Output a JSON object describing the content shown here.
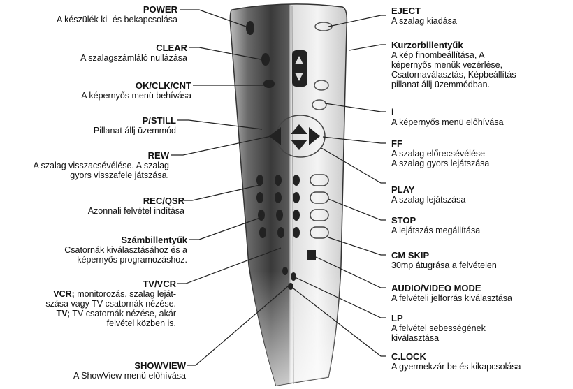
{
  "left_labels": [
    {
      "title": "POWER",
      "desc": "A készülék ki- és bekapcsolása"
    },
    {
      "title": "CLEAR",
      "desc": "A szalagszámláló nullázása"
    },
    {
      "title": "OK/CLK/CNT",
      "desc": "A képernyős menü behívása"
    },
    {
      "title": "P/STILL",
      "desc": "Pillanat állj üzemmód"
    },
    {
      "title": "REW",
      "desc": "A szalag visszacsévélése. A szalag\ngyors visszafele játszása."
    },
    {
      "title": "REC/QSR",
      "desc": "Azonnali felvétel indítása"
    },
    {
      "title": "Számbillentyűk",
      "desc": "Csatornák kiválasztásához és a\nképernyős programozáshoz."
    },
    {
      "title": "SHOWVIEW",
      "desc": "A ShowView menü előhívása"
    }
  ],
  "tvvcr": {
    "title": "TV/VCR",
    "vcr_term": "VCR;",
    "vcr_desc_1": " monitorozás, szalag leját-",
    "vcr_desc_2": "szása vagy TV csatornák nézése.",
    "tv_term": "TV;",
    "tv_desc_1": " TV csatornák nézése, akár",
    "tv_desc_2": "felvétel közben is."
  },
  "right_labels": [
    {
      "title": "EJECT",
      "desc": "A szalag kiadása"
    },
    {
      "title": "Kurzorbillentyűk",
      "desc": "A kép finombeállítása, A\nképernyős menük vezérlése,\nCsatornaválasztás, Képbeállítás\npillanat állj üzemmódban."
    },
    {
      "title": "i",
      "desc": "A képernyős menü előhívása"
    },
    {
      "title": "FF",
      "desc": "A szalag előrecsévélése\nA szalag gyors lejátszása"
    },
    {
      "title": "PLAY",
      "desc": "A szalag lejátszása"
    },
    {
      "title": "STOP",
      "desc": "A lejátszás megállítása"
    },
    {
      "title": "CM SKIP",
      "desc": "30mp átugrása a felvételen"
    },
    {
      "title": "AUDIO/VIDEO MODE",
      "desc": "A felvételi jelforrás kiválasztása"
    },
    {
      "title": "LP",
      "desc": "A felvétel sebességének\nkiválasztása"
    },
    {
      "title": "C.LOCK",
      "desc": "A gyermekzár be és kikapcsolása"
    }
  ],
  "colors": {
    "remote_dark": "#4a4a4a",
    "remote_light": "#e8e8e8",
    "line": "#222222"
  }
}
